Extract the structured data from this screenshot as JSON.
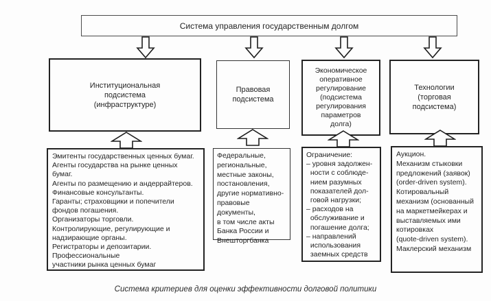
{
  "colors": {
    "background": "#fdfdfd",
    "border": "#222222",
    "text": "#242424"
  },
  "icons": {
    "down_arrow": "block-arrow-down",
    "up_arrow": "block-arrow-up"
  },
  "top_box": {
    "label": "Система управления государственным долгом"
  },
  "level2": [
    {
      "label": "Институциональная\nподсистема\n(инфраструктуре)"
    },
    {
      "label": "Правовая\nподсистема"
    },
    {
      "label": "Экономическое\nоперативное\nрегулирование\n(подсистема\nрегулирования\nпараметров\nдолга)"
    },
    {
      "label": "Технологии\n(торговая\nподсистема)"
    }
  ],
  "level3": [
    {
      "label": "Эмитенты государственных ценных бумаг.\nАгенты государства на рынке ценных\nбумаг.\nАгенты по размещению и андеррайтеров.\nФинансовые консультанты.\nГаранты; страховщики и попечители\nфондов погашения.\nОрганизаторы торговли.\nКонтролирующие, регулирующие и\nнадзирающие органы.\nРегистраторы и депозитарии.\nПрофессиональные\nучастники рынка ценных бумаг"
    },
    {
      "label": "Федеральные,\nрегиональные,\nместные законы,\nпостановления,\nдругие нормативно-\nправовые документы,\nв том числе акты\nБанка России и\nВнешторгбанка"
    },
    {
      "label": "Ограничение:\n– уровня задолжен-\n  ности с соблюде-\n  нием разумных\n  показателей дол-\n  говой нагрузки;\n– расходов на\n  обслуживание и\n  погашение долга;\n– направлений\n  использования\n  заемных средств"
    },
    {
      "label": "Аукцион.\nМеханизм стыковки\nпредложений (заявок)\n(order-driven system).\nКотировальный\nмеханизм (основанный\nна маркетмейкерах и\nвыставляемых ими\nкотировках\n(quote-driven system).\nМаклерский механизм"
    }
  ],
  "caption": "Система критериев для оценки эффективности долговой политики"
}
